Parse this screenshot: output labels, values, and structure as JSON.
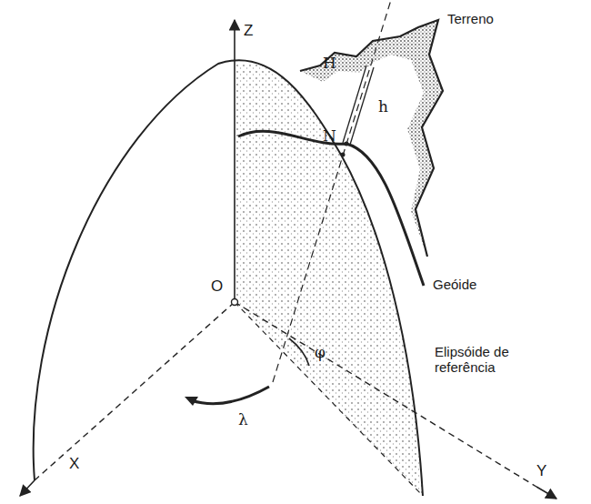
{
  "diagram": {
    "labels": [
      "Terreno",
      "H",
      "h",
      "N",
      "Geóide",
      "Elipsóide de referência",
      "Z",
      "O",
      "φ",
      "λ",
      "X",
      "Y"
    ]
  }
}
